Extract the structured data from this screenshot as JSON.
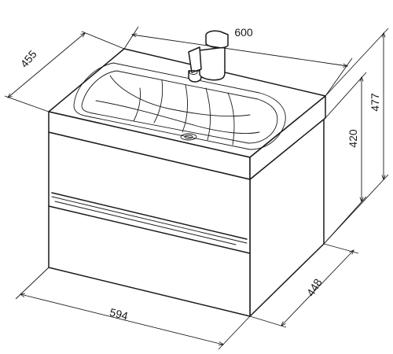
{
  "product": "vanity-unit-with-washbasin",
  "dimensions": {
    "width_top": "600",
    "depth_top": "455",
    "height_total": "477",
    "height_cabinet": "420",
    "width_cabinet": "594",
    "depth_cabinet": "448"
  },
  "colors": {
    "line": "#1a1a1a",
    "background": "#ffffff"
  }
}
